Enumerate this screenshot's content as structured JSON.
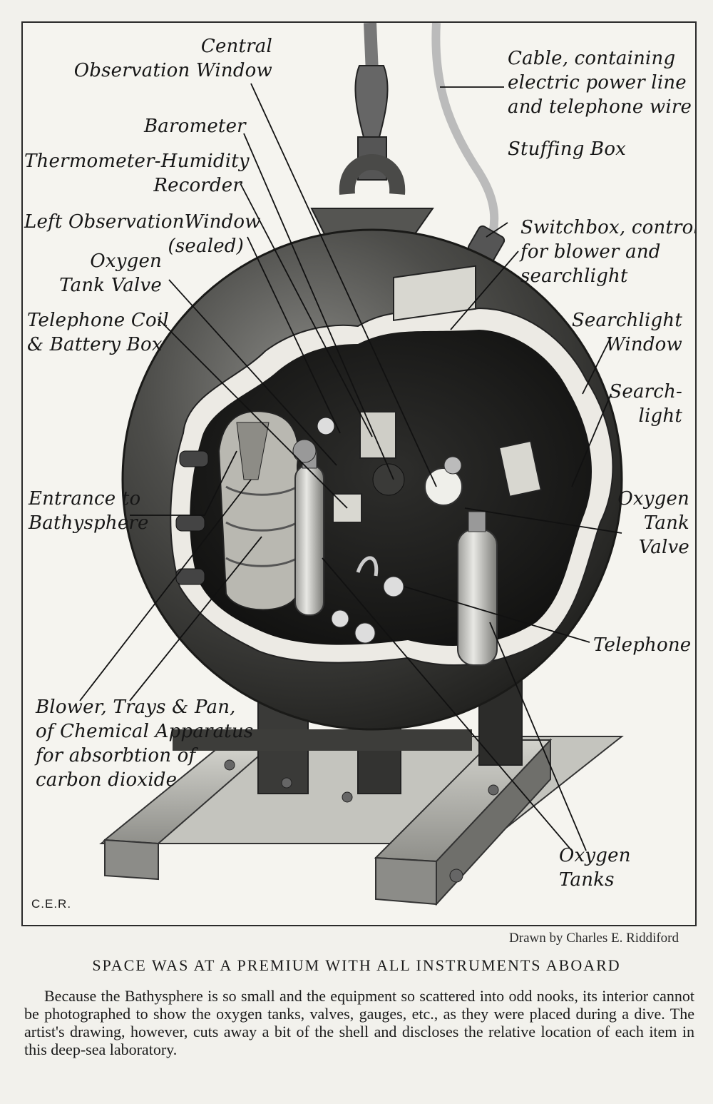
{
  "labels": {
    "central_window": [
      "Central",
      "Observation Window"
    ],
    "cable": [
      "Cable, containing",
      "electric power line",
      "and telephone wire"
    ],
    "barometer": [
      "Barometer"
    ],
    "stuffing_box": [
      "Stuffing Box"
    ],
    "thermometer": [
      "Thermometer-Humidity",
      "Recorder"
    ],
    "left_window": [
      "Left ObservationWindow",
      "(sealed)"
    ],
    "switchbox": [
      "Switchbox, control",
      "for blower and",
      "searchlight"
    ],
    "oxygen_valve_left": [
      "Oxygen",
      "Tank Valve"
    ],
    "telephone_coil": [
      "Telephone Coil",
      "& Battery Box"
    ],
    "searchlight_window": [
      "Searchlight",
      "Window"
    ],
    "searchlight": [
      "Search-",
      "light"
    ],
    "entrance": [
      "Entrance to",
      "Bathysphere"
    ],
    "oxygen_valve_right": [
      "Oxygen",
      "Tank",
      "Valve"
    ],
    "telephone": [
      "Telephone"
    ],
    "blower": [
      "Blower, Trays & Pan,",
      "of Chemical Apparatus",
      "for absorbtion of",
      "carbon dioxide"
    ],
    "oxygen_tanks": [
      "Oxygen",
      "Tanks"
    ]
  },
  "initials": "C.E.R.",
  "credit": "Drawn by Charles E. Riddiford",
  "headline": "SPACE WAS AT A PREMIUM WITH ALL INSTRUMENTS ABOARD",
  "caption": "Because the Bathysphere is so small and the equipment so scattered into odd nooks, its interior cannot be photographed to show the oxygen tanks, valves, gauges, etc., as they were placed during a dive. The artist's drawing, however, cuts away a bit of the shell and discloses the relative location of each item in this deep-sea laboratory."
}
